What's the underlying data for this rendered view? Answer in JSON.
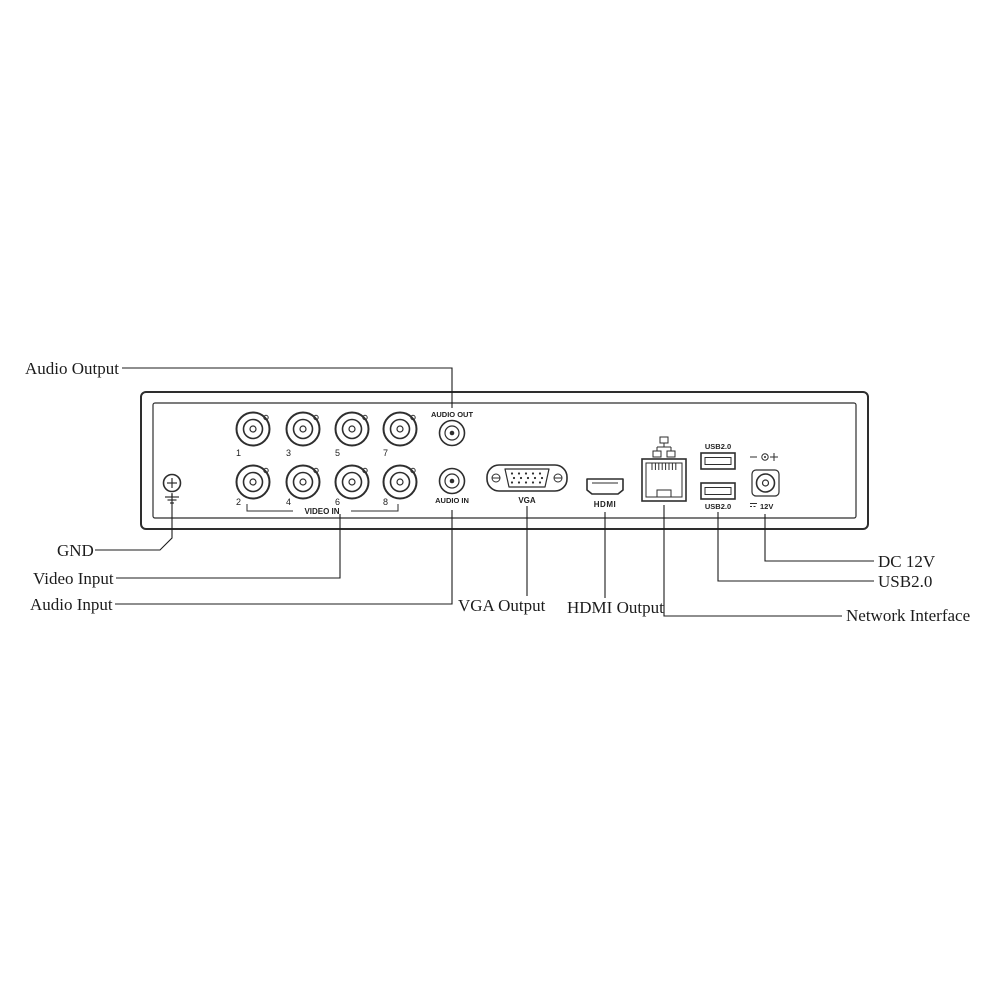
{
  "colors": {
    "line": "#2e2e2e",
    "text": "#1c1c1c",
    "background": "#ffffff"
  },
  "panel": {
    "audio_out_label": "AUDIO OUT",
    "audio_in_label": "AUDIO IN",
    "video_in_label": "VIDEO IN",
    "vga_label": "VGA",
    "hdmi_label": "HDMI",
    "usb_top_label": "USB2.0",
    "usb_bottom_label": "USB2.0",
    "dc_label": "12V",
    "bnc_numbers": [
      "1",
      "2",
      "3",
      "4",
      "5",
      "6",
      "7",
      "8"
    ]
  },
  "callouts": {
    "audio_output": "Audio Output",
    "gnd": "GND",
    "video_input": "Video Input",
    "audio_input": "Audio Input",
    "vga_output": "VGA Output",
    "hdmi_output": "HDMI Output",
    "network_interface": "Network Interface",
    "usb": "USB2.0",
    "dc_12v": "DC 12V"
  }
}
